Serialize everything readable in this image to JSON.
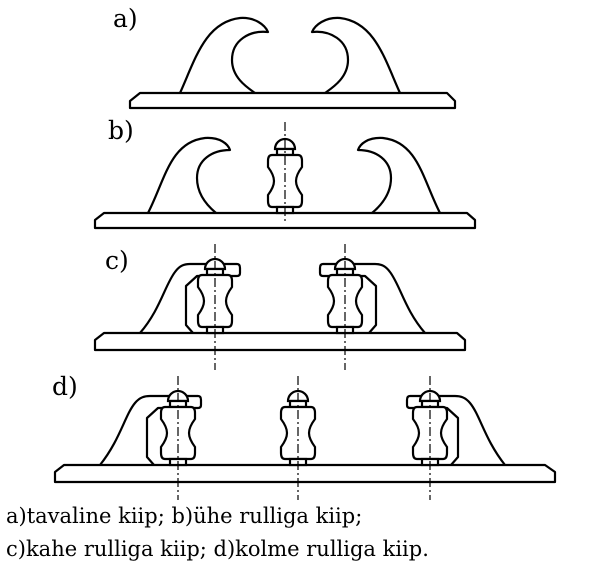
{
  "figure": {
    "panels": [
      {
        "label": "a)"
      },
      {
        "label": "b)"
      },
      {
        "label": "c)"
      },
      {
        "label": "d)"
      }
    ],
    "caption": {
      "line1": "a)tavaline kiip; b)ühe rulliga kiip;",
      "line2": "c)kahe rulliga kiip; d)kolme rulliga kiip."
    }
  }
}
